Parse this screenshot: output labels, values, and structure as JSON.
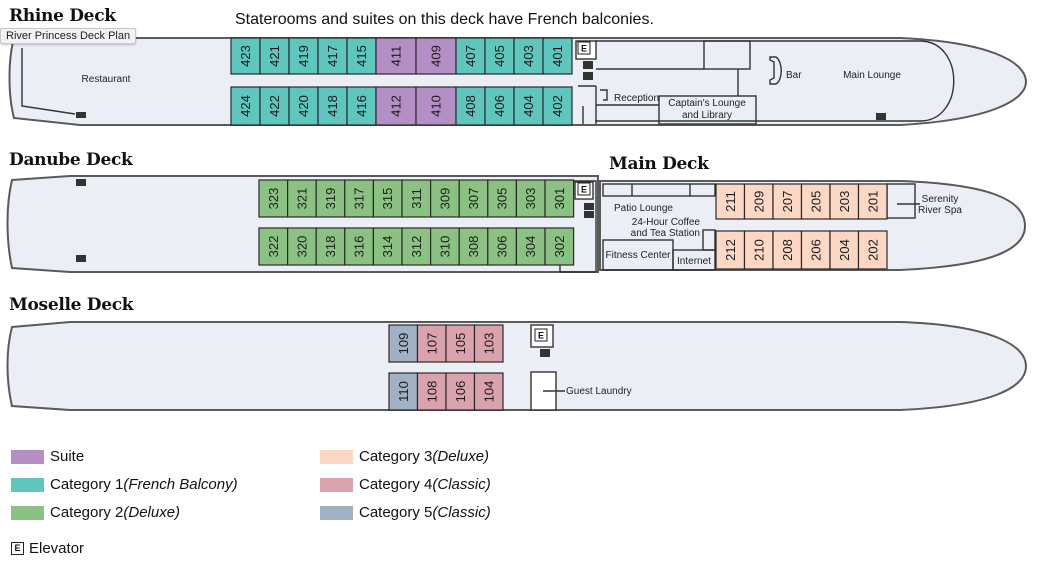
{
  "tooltip": "River Princess Deck Plan",
  "note": "Staterooms and suites on this deck have French balconies.",
  "colors": {
    "suite": "#b48fc6",
    "cat1": "#5fc6bd",
    "cat2": "#8bc283",
    "cat3": "#fbd7c4",
    "cat4": "#d9a2ad",
    "cat5": "#9fb1c3",
    "hull": "#eceef6",
    "outline": "#555555"
  },
  "decks": {
    "rhine": {
      "title": "Rhine Deck",
      "top_row": [
        {
          "no": "423",
          "cat": "cat1"
        },
        {
          "no": "421",
          "cat": "cat1"
        },
        {
          "no": "419",
          "cat": "cat1"
        },
        {
          "no": "417",
          "cat": "cat1"
        },
        {
          "no": "415",
          "cat": "cat1"
        },
        {
          "no": "411",
          "cat": "suite"
        },
        {
          "no": "409",
          "cat": "suite"
        },
        {
          "no": "407",
          "cat": "cat1"
        },
        {
          "no": "405",
          "cat": "cat1"
        },
        {
          "no": "403",
          "cat": "cat1"
        },
        {
          "no": "401",
          "cat": "cat1"
        }
      ],
      "bottom_row": [
        {
          "no": "424",
          "cat": "cat1"
        },
        {
          "no": "422",
          "cat": "cat1"
        },
        {
          "no": "420",
          "cat": "cat1"
        },
        {
          "no": "418",
          "cat": "cat1"
        },
        {
          "no": "416",
          "cat": "cat1"
        },
        {
          "no": "412",
          "cat": "suite"
        },
        {
          "no": "410",
          "cat": "suite"
        },
        {
          "no": "408",
          "cat": "cat1"
        },
        {
          "no": "406",
          "cat": "cat1"
        },
        {
          "no": "404",
          "cat": "cat1"
        },
        {
          "no": "402",
          "cat": "cat1"
        }
      ],
      "rooms": {
        "restaurant": "Restaurant",
        "reception": "Reception",
        "captains_lounge_1": "Captain's Lounge",
        "captains_lounge_2": "and Library",
        "bar": "Bar",
        "main_lounge": "Main Lounge"
      }
    },
    "danube": {
      "title": "Danube Deck",
      "top_row": [
        {
          "no": "323",
          "cat": "cat2"
        },
        {
          "no": "321",
          "cat": "cat2"
        },
        {
          "no": "319",
          "cat": "cat2"
        },
        {
          "no": "317",
          "cat": "cat2"
        },
        {
          "no": "315",
          "cat": "cat2"
        },
        {
          "no": "311",
          "cat": "cat2"
        },
        {
          "no": "309",
          "cat": "cat2"
        },
        {
          "no": "307",
          "cat": "cat2"
        },
        {
          "no": "305",
          "cat": "cat2"
        },
        {
          "no": "303",
          "cat": "cat2"
        },
        {
          "no": "301",
          "cat": "cat2"
        }
      ],
      "bottom_row": [
        {
          "no": "322",
          "cat": "cat2"
        },
        {
          "no": "320",
          "cat": "cat2"
        },
        {
          "no": "318",
          "cat": "cat2"
        },
        {
          "no": "316",
          "cat": "cat2"
        },
        {
          "no": "314",
          "cat": "cat2"
        },
        {
          "no": "312",
          "cat": "cat2"
        },
        {
          "no": "310",
          "cat": "cat2"
        },
        {
          "no": "308",
          "cat": "cat2"
        },
        {
          "no": "306",
          "cat": "cat2"
        },
        {
          "no": "304",
          "cat": "cat2"
        },
        {
          "no": "302",
          "cat": "cat2"
        }
      ]
    },
    "main": {
      "title": "Main Deck",
      "top_row": [
        {
          "no": "211",
          "cat": "cat3"
        },
        {
          "no": "209",
          "cat": "cat3"
        },
        {
          "no": "207",
          "cat": "cat3"
        },
        {
          "no": "205",
          "cat": "cat3"
        },
        {
          "no": "203",
          "cat": "cat3"
        },
        {
          "no": "201",
          "cat": "cat3"
        }
      ],
      "bottom_row": [
        {
          "no": "212",
          "cat": "cat3"
        },
        {
          "no": "210",
          "cat": "cat3"
        },
        {
          "no": "208",
          "cat": "cat3"
        },
        {
          "no": "206",
          "cat": "cat3"
        },
        {
          "no": "204",
          "cat": "cat3"
        },
        {
          "no": "202",
          "cat": "cat3"
        }
      ],
      "rooms": {
        "patio_lounge": "Patio Lounge",
        "coffee_1": "24-Hour Coffee",
        "coffee_2": "and Tea Station",
        "fitness": "Fitness Center",
        "internet": "Internet",
        "spa_1": "Serenity",
        "spa_2": "River Spa"
      }
    },
    "moselle": {
      "title": "Moselle Deck",
      "top_row": [
        {
          "no": "109",
          "cat": "cat5"
        },
        {
          "no": "107",
          "cat": "cat4"
        },
        {
          "no": "105",
          "cat": "cat4"
        },
        {
          "no": "103",
          "cat": "cat4"
        }
      ],
      "bottom_row": [
        {
          "no": "110",
          "cat": "cat5"
        },
        {
          "no": "108",
          "cat": "cat4"
        },
        {
          "no": "106",
          "cat": "cat4"
        },
        {
          "no": "104",
          "cat": "cat4"
        }
      ],
      "rooms": {
        "laundry": "Guest Laundry"
      }
    }
  },
  "elevator_glyph": "E",
  "legend": {
    "suite": {
      "label": "Suite",
      "sub": ""
    },
    "cat1": {
      "label": "Category 1 ",
      "sub": "(French Balcony)"
    },
    "cat2": {
      "label": "Category 2 ",
      "sub": "(Deluxe)"
    },
    "cat3": {
      "label": "Category 3 ",
      "sub": "(Deluxe)"
    },
    "cat4": {
      "label": "Category 4 ",
      "sub": "(Classic)"
    },
    "cat5": {
      "label": "Category 5 ",
      "sub": "(Classic)"
    },
    "elevator": "Elevator"
  }
}
